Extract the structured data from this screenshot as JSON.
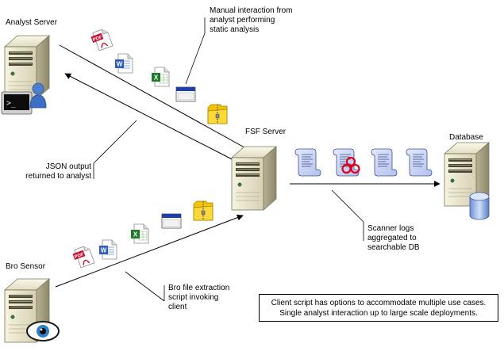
{
  "nodes": {
    "analyst_server": "Analyst Server",
    "fsf_server": "FSF Server",
    "database": "Database",
    "bro_sensor": "Bro Sensor"
  },
  "annotations": {
    "manual_interaction": [
      "Manual interaction from",
      "analyst performing",
      "static analysis"
    ],
    "json_output": [
      "JSON output",
      "returned to analyst"
    ],
    "scanner_logs": [
      "Scanner logs",
      "aggregated to",
      "searchable DB"
    ],
    "bro_extraction": [
      "Bro file extraction",
      "script invoking",
      "client"
    ]
  },
  "note": {
    "line1": "Client script has options to accommodate multiple use cases.",
    "line2": "Single analyst interaction up to large scale deployments."
  },
  "icons": {
    "file_types": [
      "pdf-icon",
      "word-doc-icon",
      "excel-icon",
      "executable-window-icon",
      "zip-archive-icon"
    ],
    "logs": [
      "log-scroll-icon",
      "log-scroll-malware-icon",
      "log-scroll-icon",
      "log-scroll-icon"
    ],
    "badges": [
      "terminal-icon",
      "user-icon",
      "eye-icon",
      "db-cylinder-icon"
    ]
  },
  "colors": {
    "server_body": "#e8e4cc",
    "server_dark": "#8f8a6e",
    "scroll_fill": "#c7d1f2",
    "scroll_stroke": "#3a4fa0",
    "biohazard": "#e0001b"
  }
}
